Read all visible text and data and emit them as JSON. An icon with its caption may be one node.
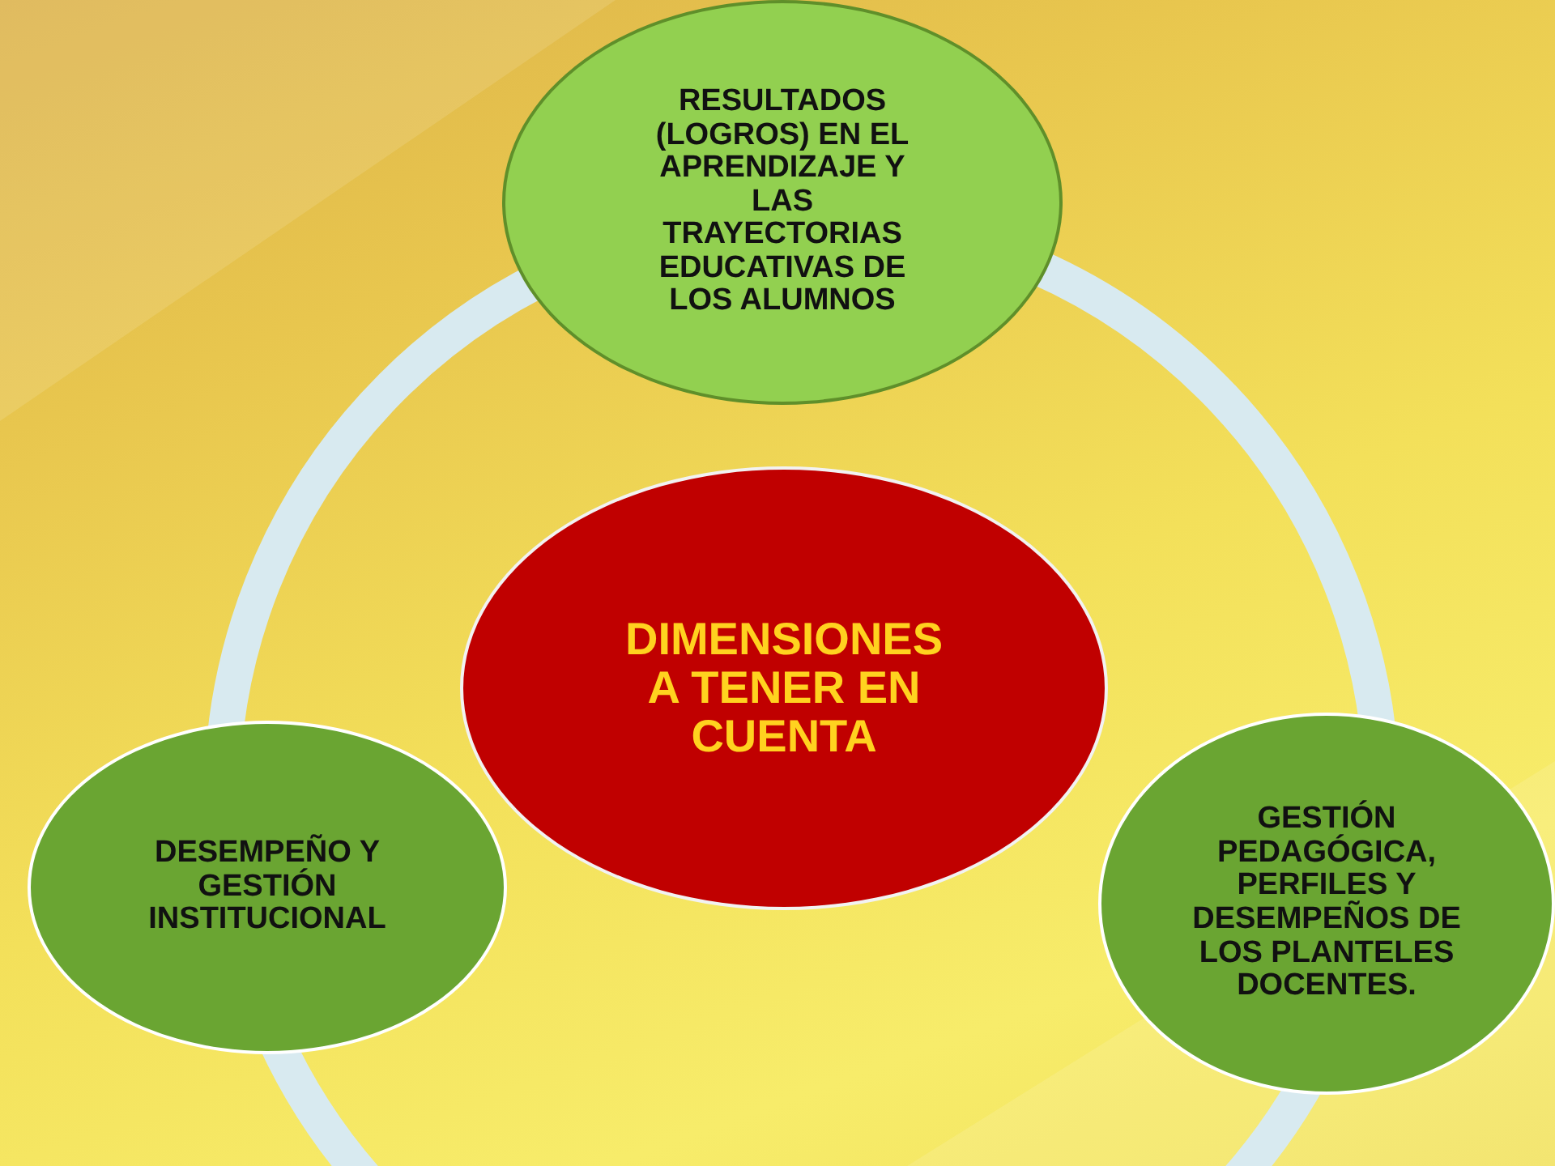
{
  "diagram": {
    "nodes": [
      {
        "text": [
          "RESULTADOS (LOGROS) EN EL APRENDIZAJE Y LAS TRAYECTORIAS EDUCATIVAS DE LOS ALUMNOS"
        ]
      },
      {
        "text": [
          "DIMENSIONES A TENER EN CUENTA"
        ]
      },
      {
        "text": [
          "DESEMPEÑO Y GESTIÓN INSTITUCIONAL"
        ]
      },
      {
        "text": [
          "GESTIÓN PEDAGÓGICA, PERFILES Y DESEMPEÑOS DE LOS PLANTELES DOCENTES."
        ]
      }
    ]
  }
}
